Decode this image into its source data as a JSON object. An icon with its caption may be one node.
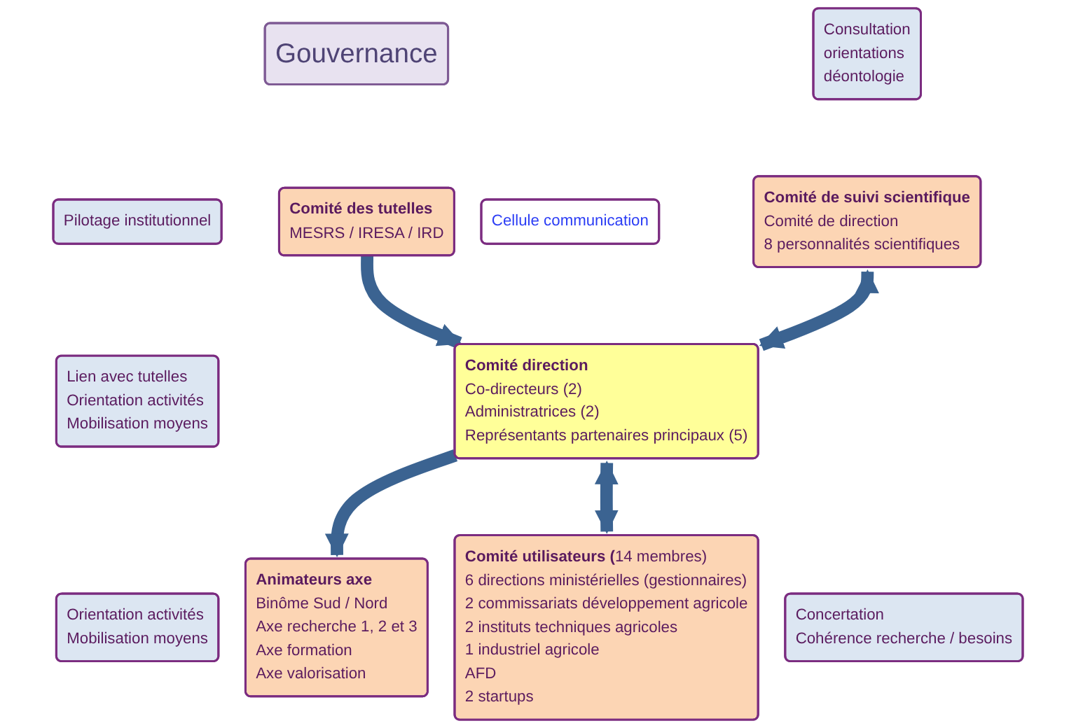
{
  "diagram": {
    "nodes": [
      {
        "text": [
          "Gouvernance"
        ]
      },
      {
        "text": [
          "Pilotage institutionnel"
        ]
      },
      {
        "text": [
          "Comité des tutelles",
          "MESRS / IRESA / IRD"
        ]
      },
      {
        "text": [
          "Cellule communication"
        ]
      },
      {
        "text": [
          "Consultation",
          "orientations",
          "déontologie"
        ]
      },
      {
        "text": [
          "Comité de suivi scientifique",
          "Comité de direction",
          "8 personnalités scientifiques"
        ]
      },
      {
        "text": [
          "Comité direction",
          "Co-directeurs (2)",
          "Administratrices (2)",
          "Représentants partenaires principaux (5)"
        ]
      },
      {
        "text": [
          "Lien avec tutelles",
          "Orientation activités",
          "Mobilisation moyens"
        ]
      },
      {
        "text": [
          "Orientation activités",
          "Mobilisation moyens"
        ]
      },
      {
        "text": [
          "Animateurs axe",
          "Binôme Sud / Nord",
          "Axe recherche 1, 2 et 3",
          "Axe formation",
          "Axe valorisation"
        ]
      },
      {
        "text": [
          "**Comité utilisateurs (**14 membres)",
          "6 directions ministérielles (gestionnaires)",
          "2 commissariats développement agricole",
          "2 instituts techniques agricoles",
          "1 industriel agricole",
          "AFD",
          "2 startups"
        ]
      },
      {
        "text": [
          "Concertation",
          "Cohérence recherche / besoins"
        ]
      }
    ],
    "edges": [
      {
        "from": 2,
        "to": 6,
        "arrow": "to"
      },
      {
        "from": 5,
        "to": 6,
        "arrow": "both"
      },
      {
        "from": 6,
        "to": 9,
        "arrow": "to"
      },
      {
        "from": 6,
        "to": 10,
        "arrow": "both"
      }
    ]
  }
}
